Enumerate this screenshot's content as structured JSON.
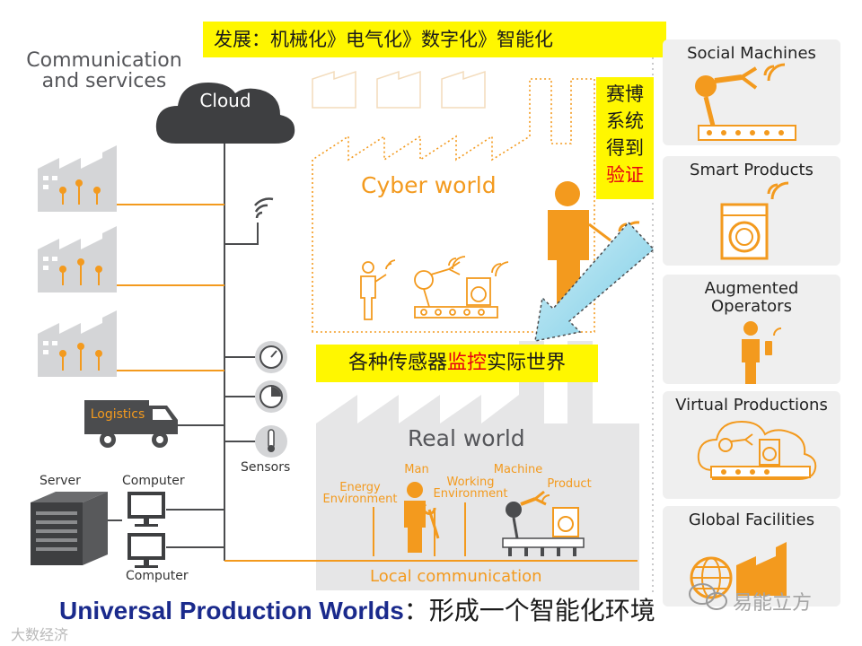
{
  "banner_top": "发展：机械化》电气化》数字化》智能化",
  "comm_title": "Communication and services",
  "cloud_label": "Cloud",
  "cyber_world_label": "Cyber world",
  "callout_right": {
    "line1": "赛博",
    "line2": "系统",
    "line3": "得到",
    "line4_highlight": "验证"
  },
  "banner_sensors": {
    "part1": "各种传感器",
    "highlight": "监控",
    "part2": "实际世界"
  },
  "logistics_label": "Logistics",
  "sensors_label": "Sensors",
  "server_label": "Server",
  "computer_top_label": "Computer",
  "computer_bottom_label": "Computer",
  "real_world_label": "Real world",
  "real_world_items": {
    "energy": "Energy Environment",
    "man": "Man",
    "working": "Working Environment",
    "machine": "Machine",
    "product": "Product"
  },
  "local_comm_label": "Local communication",
  "right_panels": [
    {
      "label": "Social Machines",
      "icon": "robot-arm-icon"
    },
    {
      "label": "Smart Products",
      "icon": "washing-machine-icon"
    },
    {
      "label": "Augmented Operators",
      "icon": "operator-icon"
    },
    {
      "label": "Virtual Productions",
      "icon": "virtual-production-icon"
    },
    {
      "label": "Global Facilities",
      "icon": "globe-factory-icon"
    }
  ],
  "bottom_caption": {
    "english": "Universal Production Worlds",
    "chinese": "：形成一个智能化环境"
  },
  "watermark_bottom_left": "大数经济",
  "watermark_right": "易能立方",
  "colors": {
    "orange": "#f39a1e",
    "gray_icon": "#d4d5d7",
    "dark_gray": "#3f4042",
    "highlight_yellow": "#fff700",
    "highlight_red": "#e60012",
    "caption_blue": "#1a2a8c"
  }
}
